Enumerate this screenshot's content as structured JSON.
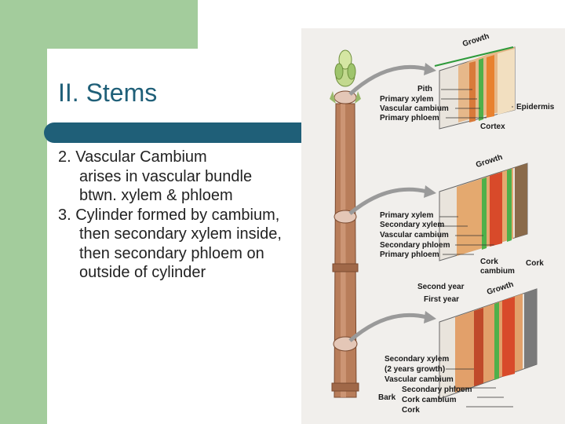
{
  "slide": {
    "title": "II. Stems",
    "body": {
      "line1": "2. Vascular Cambium",
      "line2": "arises in vascular bundle btwn. xylem & phloem",
      "line3": "3. Cylinder formed by cambium,",
      "line4": "then secondary xylem inside,",
      "line5": "then secondary phloem on outside of cylinder"
    }
  },
  "figure": {
    "top": {
      "growth": "Growth",
      "pith": "Pith",
      "primary_xylem": "Primary xylem",
      "vascular_cambium": "Vascular cambium",
      "primary_phloem": "Primary phloem",
      "epidermis": "Epidermis",
      "cortex": "Cortex"
    },
    "middle": {
      "growth": "Growth",
      "primary_xylem": "Primary xylem",
      "secondary_xylem": "Secondary xylem",
      "vascular_cambium": "Vascular cambium",
      "secondary_phloem": "Secondary phloem",
      "primary_phloem": "Primary phloem",
      "cork_cambium": "Cork cambium",
      "cork": "Cork"
    },
    "bottom": {
      "second_year": "Second year",
      "first_year": "First year",
      "growth": "Growth",
      "secondary_xylem": "Secondary xylem",
      "two_years": "(2 years growth)",
      "vascular_cambium": "Vascular cambium",
      "secondary_phloem": "Secondary phloem",
      "bark": "Bark",
      "cork_cambium": "Cork cambium",
      "cork": "Cork"
    }
  }
}
